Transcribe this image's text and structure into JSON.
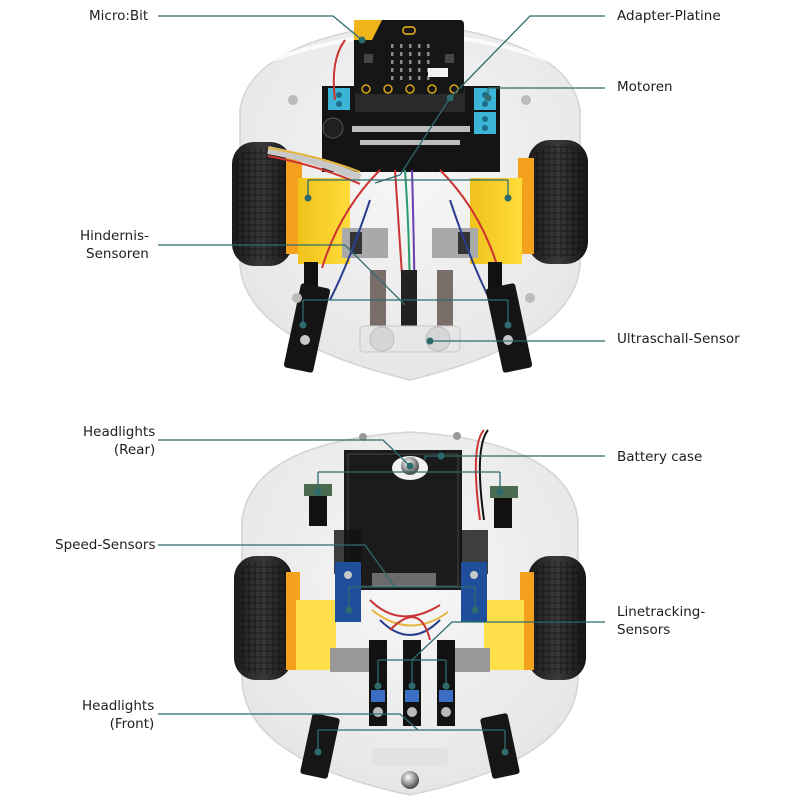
{
  "diagram": {
    "subject": "micro:bit robot car kit - top view and bottom view",
    "leader_color": "#2e6b6e",
    "top_view": {
      "labels_left": [
        {
          "id": "microbit",
          "lines": [
            "Micro:Bit"
          ]
        },
        {
          "id": "obstacle-sensors",
          "lines": [
            "Hindernis-",
            "Sensoren"
          ]
        }
      ],
      "labels_right": [
        {
          "id": "adapter-board",
          "lines": [
            "Adapter-Platine"
          ]
        },
        {
          "id": "motors",
          "lines": [
            "Motoren"
          ]
        },
        {
          "id": "ultrasonic-sensor",
          "lines": [
            "Ultraschall-Sensor"
          ]
        }
      ]
    },
    "bottom_view": {
      "labels_left": [
        {
          "id": "headlights-rear",
          "lines": [
            "Headlights",
            "(Rear)"
          ]
        },
        {
          "id": "speed-sensors",
          "lines": [
            "Speed-Sensors"
          ]
        },
        {
          "id": "headlights-front",
          "lines": [
            "Headlights",
            "(Front)"
          ]
        }
      ],
      "labels_right": [
        {
          "id": "battery-case",
          "lines": [
            "Battery case"
          ]
        },
        {
          "id": "linetracking-sensors",
          "lines": [
            "Linetracking-",
            "Sensors"
          ]
        }
      ]
    }
  }
}
